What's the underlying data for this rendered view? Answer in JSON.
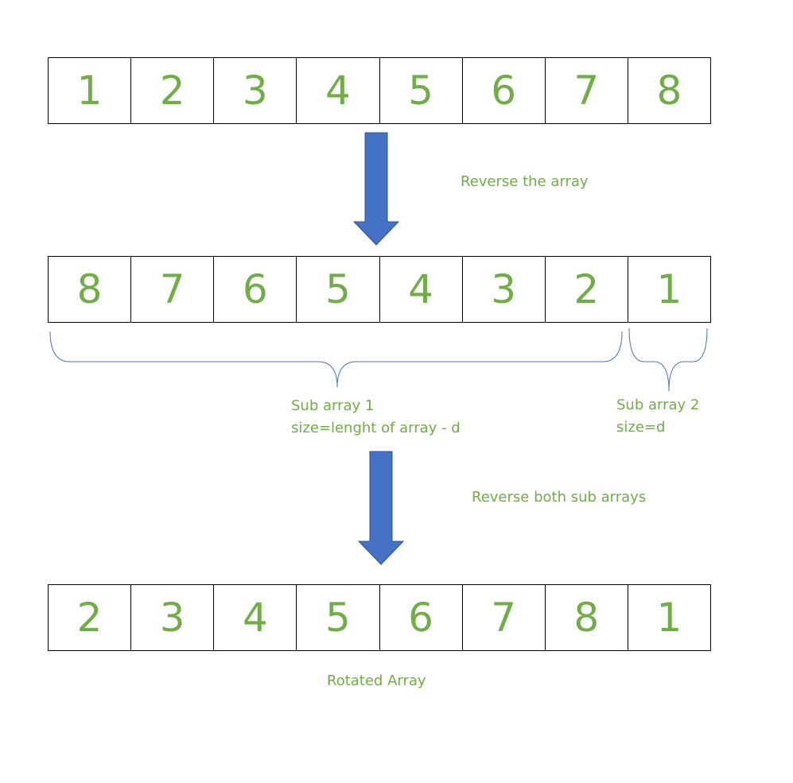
{
  "colors": {
    "text_green": "#70AD47",
    "arrow_blue": "#4472C4",
    "brace_blue": "#4472C4",
    "border": "#000000"
  },
  "arrays": {
    "original": [
      "1",
      "2",
      "3",
      "4",
      "5",
      "6",
      "7",
      "8"
    ],
    "reversed": [
      "8",
      "7",
      "6",
      "5",
      "4",
      "3",
      "2",
      "1"
    ],
    "rotated": [
      "2",
      "3",
      "4",
      "5",
      "6",
      "7",
      "8",
      "1"
    ]
  },
  "labels": {
    "reverse_the_array": "Reverse the array",
    "sub_array_1_title": "Sub array 1",
    "sub_array_1_size": "size=lenght of array - d",
    "sub_array_2_title": "Sub array 2",
    "sub_array_2_size": "size=d",
    "reverse_both": "Reverse both sub arrays",
    "rotated_array": "Rotated Array"
  }
}
